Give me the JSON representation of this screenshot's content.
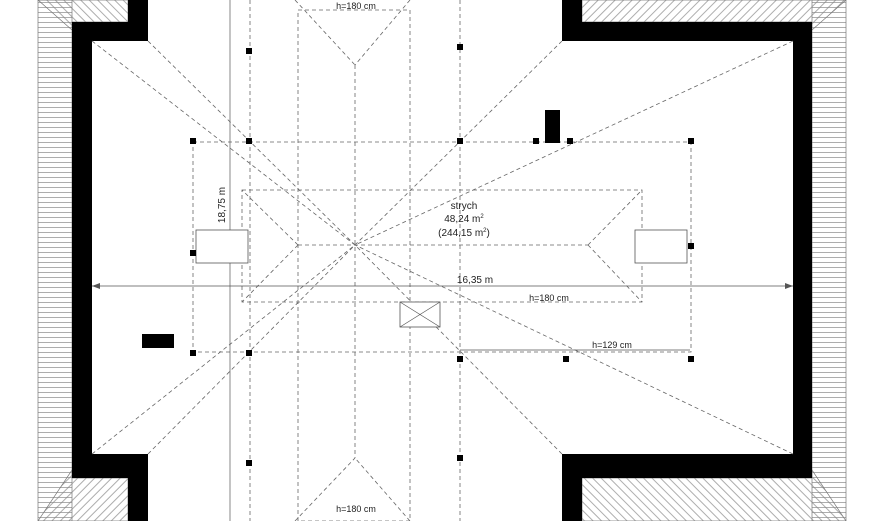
{
  "room": {
    "name": "strych",
    "area": "48,24 m",
    "area_total": "(244,15 m",
    "area_total_close": ")",
    "sup": "2"
  },
  "dimensions": {
    "width": "16,35 m",
    "depth": "18,75 m"
  },
  "heights": {
    "top": "h=180 cm",
    "bottom": "h=180 cm",
    "right": "h=180 cm",
    "lower_right": "h=129 cm"
  }
}
